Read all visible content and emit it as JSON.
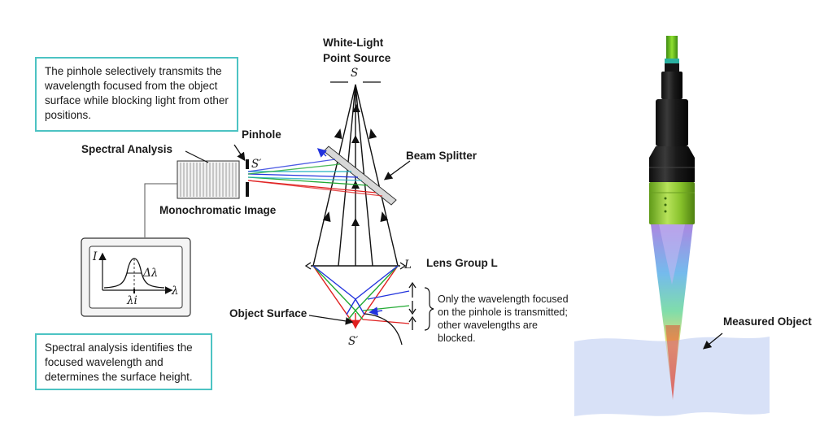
{
  "callouts": {
    "pinhole_note": "The pinhole selectively transmits the wavelength focused from the object surface while blocking light from other positions.",
    "analysis_note": "Spectral analysis identifies the focused wavelength and determines the surface height."
  },
  "labels": {
    "source_title_1": "White-Light",
    "source_title_2": "Point Source",
    "source_symbol": "S",
    "pinhole": "Pinhole",
    "pinhole_image_symbol": "S′",
    "spectral_analysis": "Spectral Analysis",
    "monochromatic_image": "Monochromatic Image",
    "beam_splitter": "Beam Splitter",
    "lens_symbol": "L",
    "lens_group": "Lens Group L",
    "object_surface": "Object Surface",
    "object_image_symbol": "S′",
    "blocked_note": "Only the wavelength focused on the pinhole is transmitted; other wavelengths are blocked.",
    "measured_object": "Measured Object"
  },
  "plot": {
    "y_axis": "I",
    "x_axis": "λ",
    "bandwidth": "Δλ",
    "peak": "λi"
  },
  "colors": {
    "callout_border": "#4cc3c3",
    "ray_red": "#e02020",
    "ray_green": "#22aa33",
    "ray_blue": "#2233dd",
    "ray_cyan": "#20b0c0",
    "probe_green": "#8ccc2a"
  }
}
